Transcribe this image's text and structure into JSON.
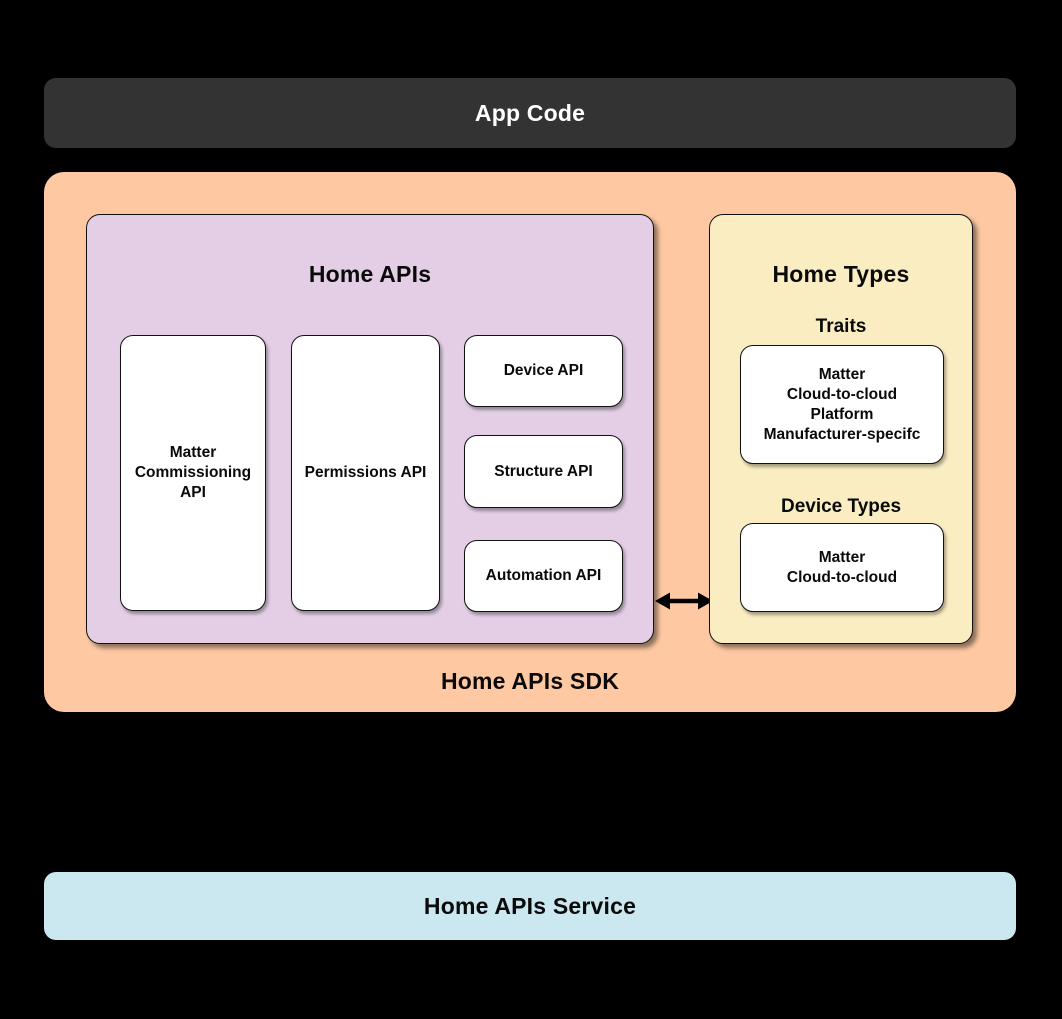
{
  "app_code": {
    "label": "App Code"
  },
  "sdk": {
    "label": "Home APIs SDK",
    "home_apis": {
      "title": "Home APIs",
      "matter_commissioning_api": "Matter\nCommissioning\nAPI",
      "permissions_api": "Permissions API",
      "device_api": "Device API",
      "structure_api": "Structure API",
      "automation_api": "Automation API"
    },
    "home_types": {
      "title": "Home Types",
      "traits_label": "Traits",
      "traits_items": "Matter\nCloud-to-cloud\nPlatform\nManufacturer-specifc",
      "device_types_label": "Device Types",
      "device_types_items": "Matter\nCloud-to-cloud"
    }
  },
  "service": {
    "label": "Home APIs Service"
  },
  "colors": {
    "background": "#000000",
    "app_code_bg": "#333333",
    "app_code_text": "#FFFFFF",
    "sdk_bg": "#FEC9A2",
    "home_apis_bg": "#E3CEE6",
    "home_types_bg": "#FBEDC2",
    "service_bg": "#CBE7F0",
    "card_bg": "#FFFFFF",
    "card_border": "#111111",
    "text_dark": "#0A0A0A"
  }
}
